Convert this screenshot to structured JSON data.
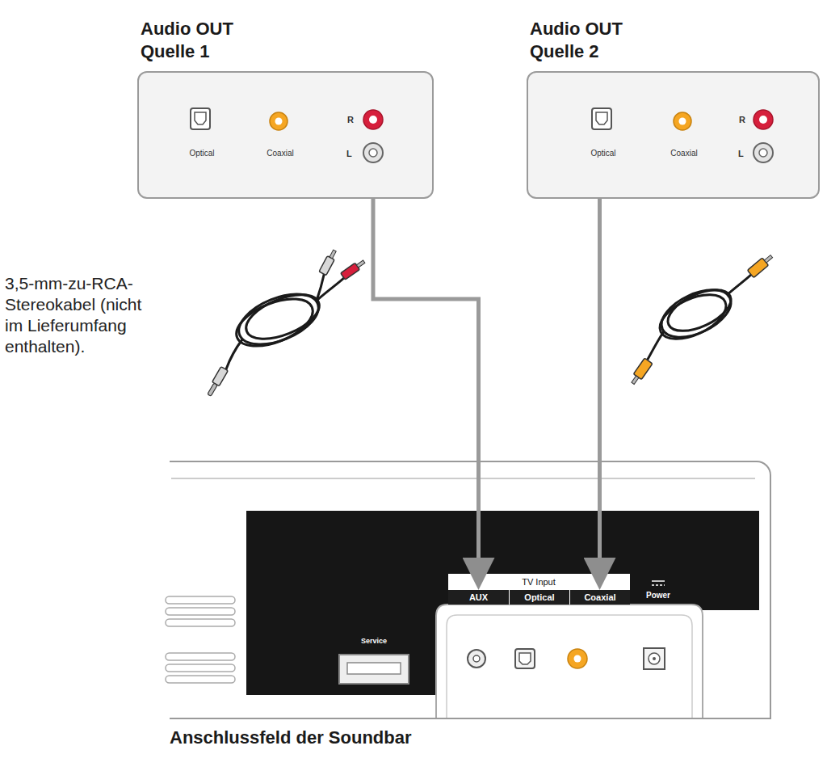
{
  "diagram": {
    "nodes": [
      {
        "text": [
          "Audio OUT Quelle 1",
          "Optical",
          "Coaxial",
          "R",
          "L"
        ]
      },
      {
        "text": [
          "Audio OUT Quelle 2",
          "Optical",
          "Coaxial",
          "R",
          "L"
        ]
      },
      {
        "text": [
          "Anschlussfeld der Soundbar"
        ]
      },
      {
        "text": [
          "TV Input"
        ],
        "in": 2
      },
      {
        "text": [
          "AUX"
        ],
        "in": 3
      },
      {
        "text": [
          "Optical"
        ],
        "in": 3
      },
      {
        "text": [
          "Coaxial"
        ],
        "in": 3
      }
    ],
    "edges": [
      {
        "from": 0,
        "to": 4,
        "arrow": "to"
      },
      {
        "from": 1,
        "to": 6,
        "arrow": "to"
      }
    ],
    "labels": [
      "3,5-mm-zu-RCA-Stereokabel (nicht im Lieferumfang enthalten).",
      "Service",
      "Power"
    ]
  }
}
